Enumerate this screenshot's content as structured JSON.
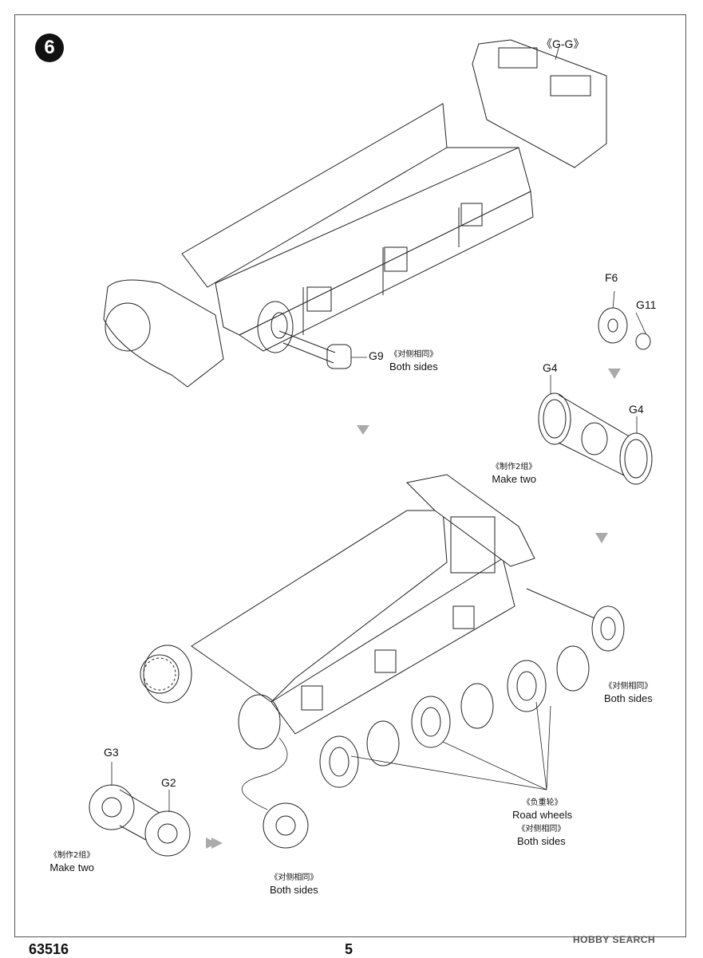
{
  "step": "6",
  "parts": {
    "gg": "《G-G》",
    "g9": "G9",
    "f6": "F6",
    "g11": "G11",
    "g4a": "G4",
    "g4b": "G4",
    "g3": "G3",
    "g2": "G2"
  },
  "labels": {
    "both_sides_cn": "《对侧相同》",
    "both_sides": "Both sides",
    "make_two_cn": "《制作2组》",
    "make_two": "Make two",
    "road_wheels_cn": "《负重轮》",
    "road_wheels": "Road wheels"
  },
  "footer": {
    "code": "63516",
    "page": "5",
    "watermark": "HOBBY SEARCH"
  }
}
